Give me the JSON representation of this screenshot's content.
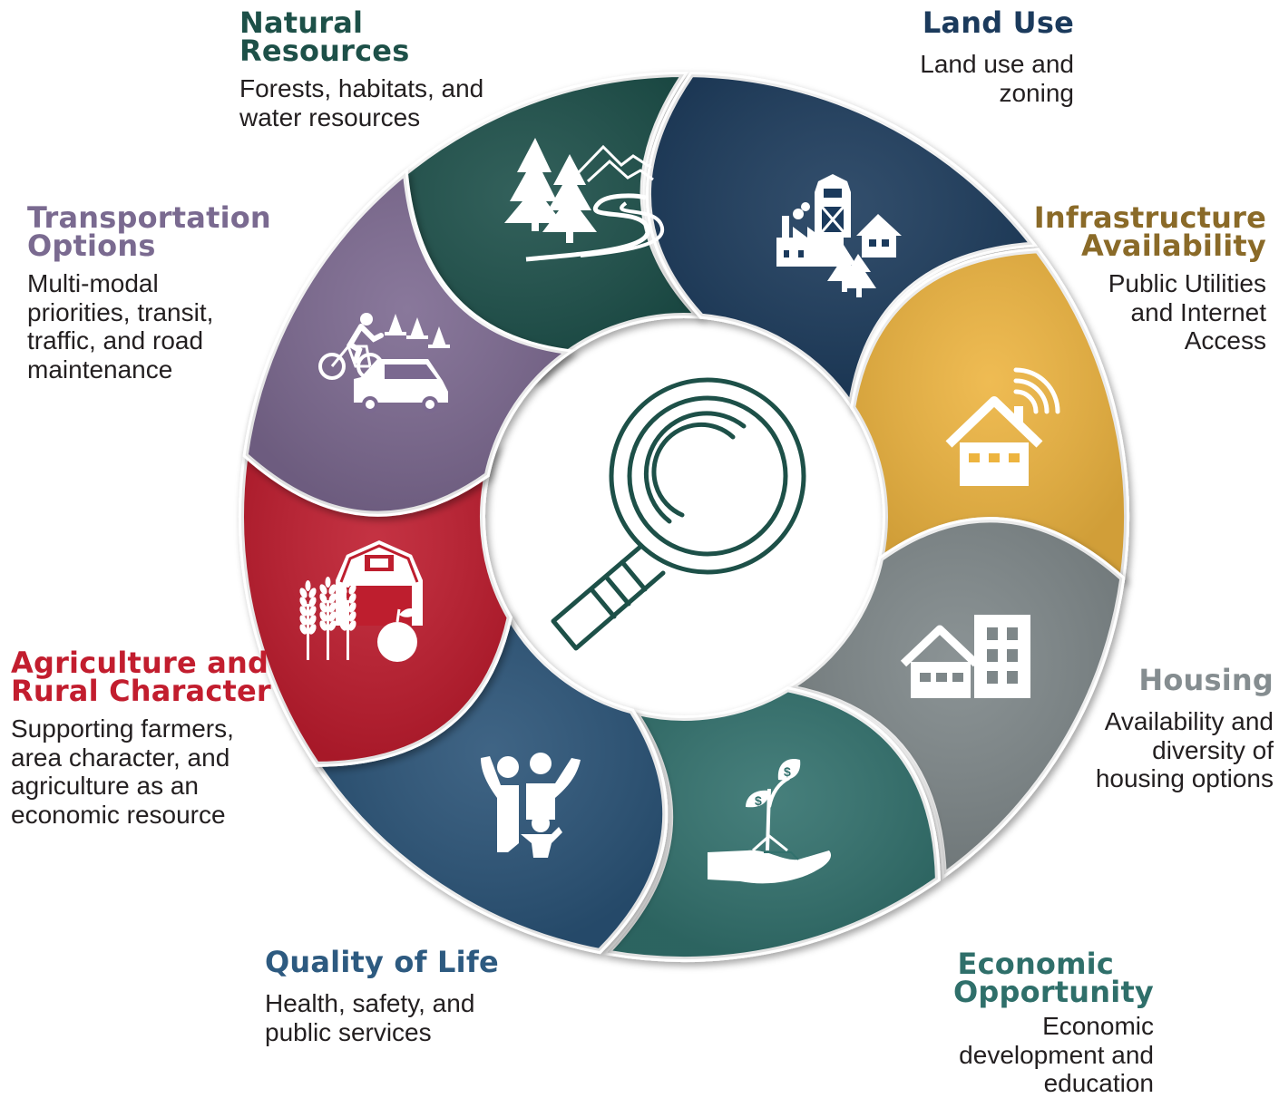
{
  "categories": [
    {
      "id": "natural-resources",
      "title": [
        "Natural",
        "Resources"
      ],
      "description": [
        "Forests, habitats, and",
        "water resources"
      ],
      "color": "#1d5048",
      "icon": "trees-river-icon"
    },
    {
      "id": "land-use",
      "title": [
        "Land Use"
      ],
      "description": [
        "Land use and",
        "zoning"
      ],
      "color": "#1b3a5c",
      "icon": "barn-factory-house-icon"
    },
    {
      "id": "infrastructure",
      "title": [
        "Infrastructure",
        "Availability"
      ],
      "description": [
        "Public Utilities",
        "and Internet",
        "Access"
      ],
      "color": "#edb43f",
      "title_color": "#8a6a28",
      "icon": "house-wifi-icon"
    },
    {
      "id": "housing",
      "title": [
        "Housing"
      ],
      "description": [
        "Availability and",
        "diversity of",
        "housing options"
      ],
      "color": "#7e8789",
      "title_color": "#858d90",
      "icon": "house-apartment-icon"
    },
    {
      "id": "economic-opportunity",
      "title": [
        "Economic",
        "Opportunity"
      ],
      "description": [
        "Economic",
        "development and",
        "education"
      ],
      "color": "#32716d",
      "title_color": "#2f6f6a",
      "icon": "money-plant-hand-icon"
    },
    {
      "id": "quality-of-life",
      "title": [
        "Quality of Life"
      ],
      "description": [
        "Health, safety, and",
        "public services"
      ],
      "color": "#295277",
      "title_color": "#2d5a80",
      "icon": "family-icon"
    },
    {
      "id": "agriculture",
      "title": [
        "Agriculture and",
        "Rural Character"
      ],
      "description": [
        "Supporting farmers,",
        "area character, and",
        "agriculture as an",
        "economic resource"
      ],
      "color": "#be1e2e",
      "title_color": "#c21d2e",
      "icon": "barn-wheat-apple-icon"
    },
    {
      "id": "transportation",
      "title": [
        "Transportation",
        "Options"
      ],
      "description": [
        "Multi-modal",
        "priorities, transit,",
        "traffic, and road",
        "maintenance"
      ],
      "color": "#7b6990",
      "title_color": "#7a6a90",
      "icon": "bike-car-cones-icon"
    }
  ],
  "center_icon": "magnifying-glass-icon",
  "center_color": "#1d5048"
}
